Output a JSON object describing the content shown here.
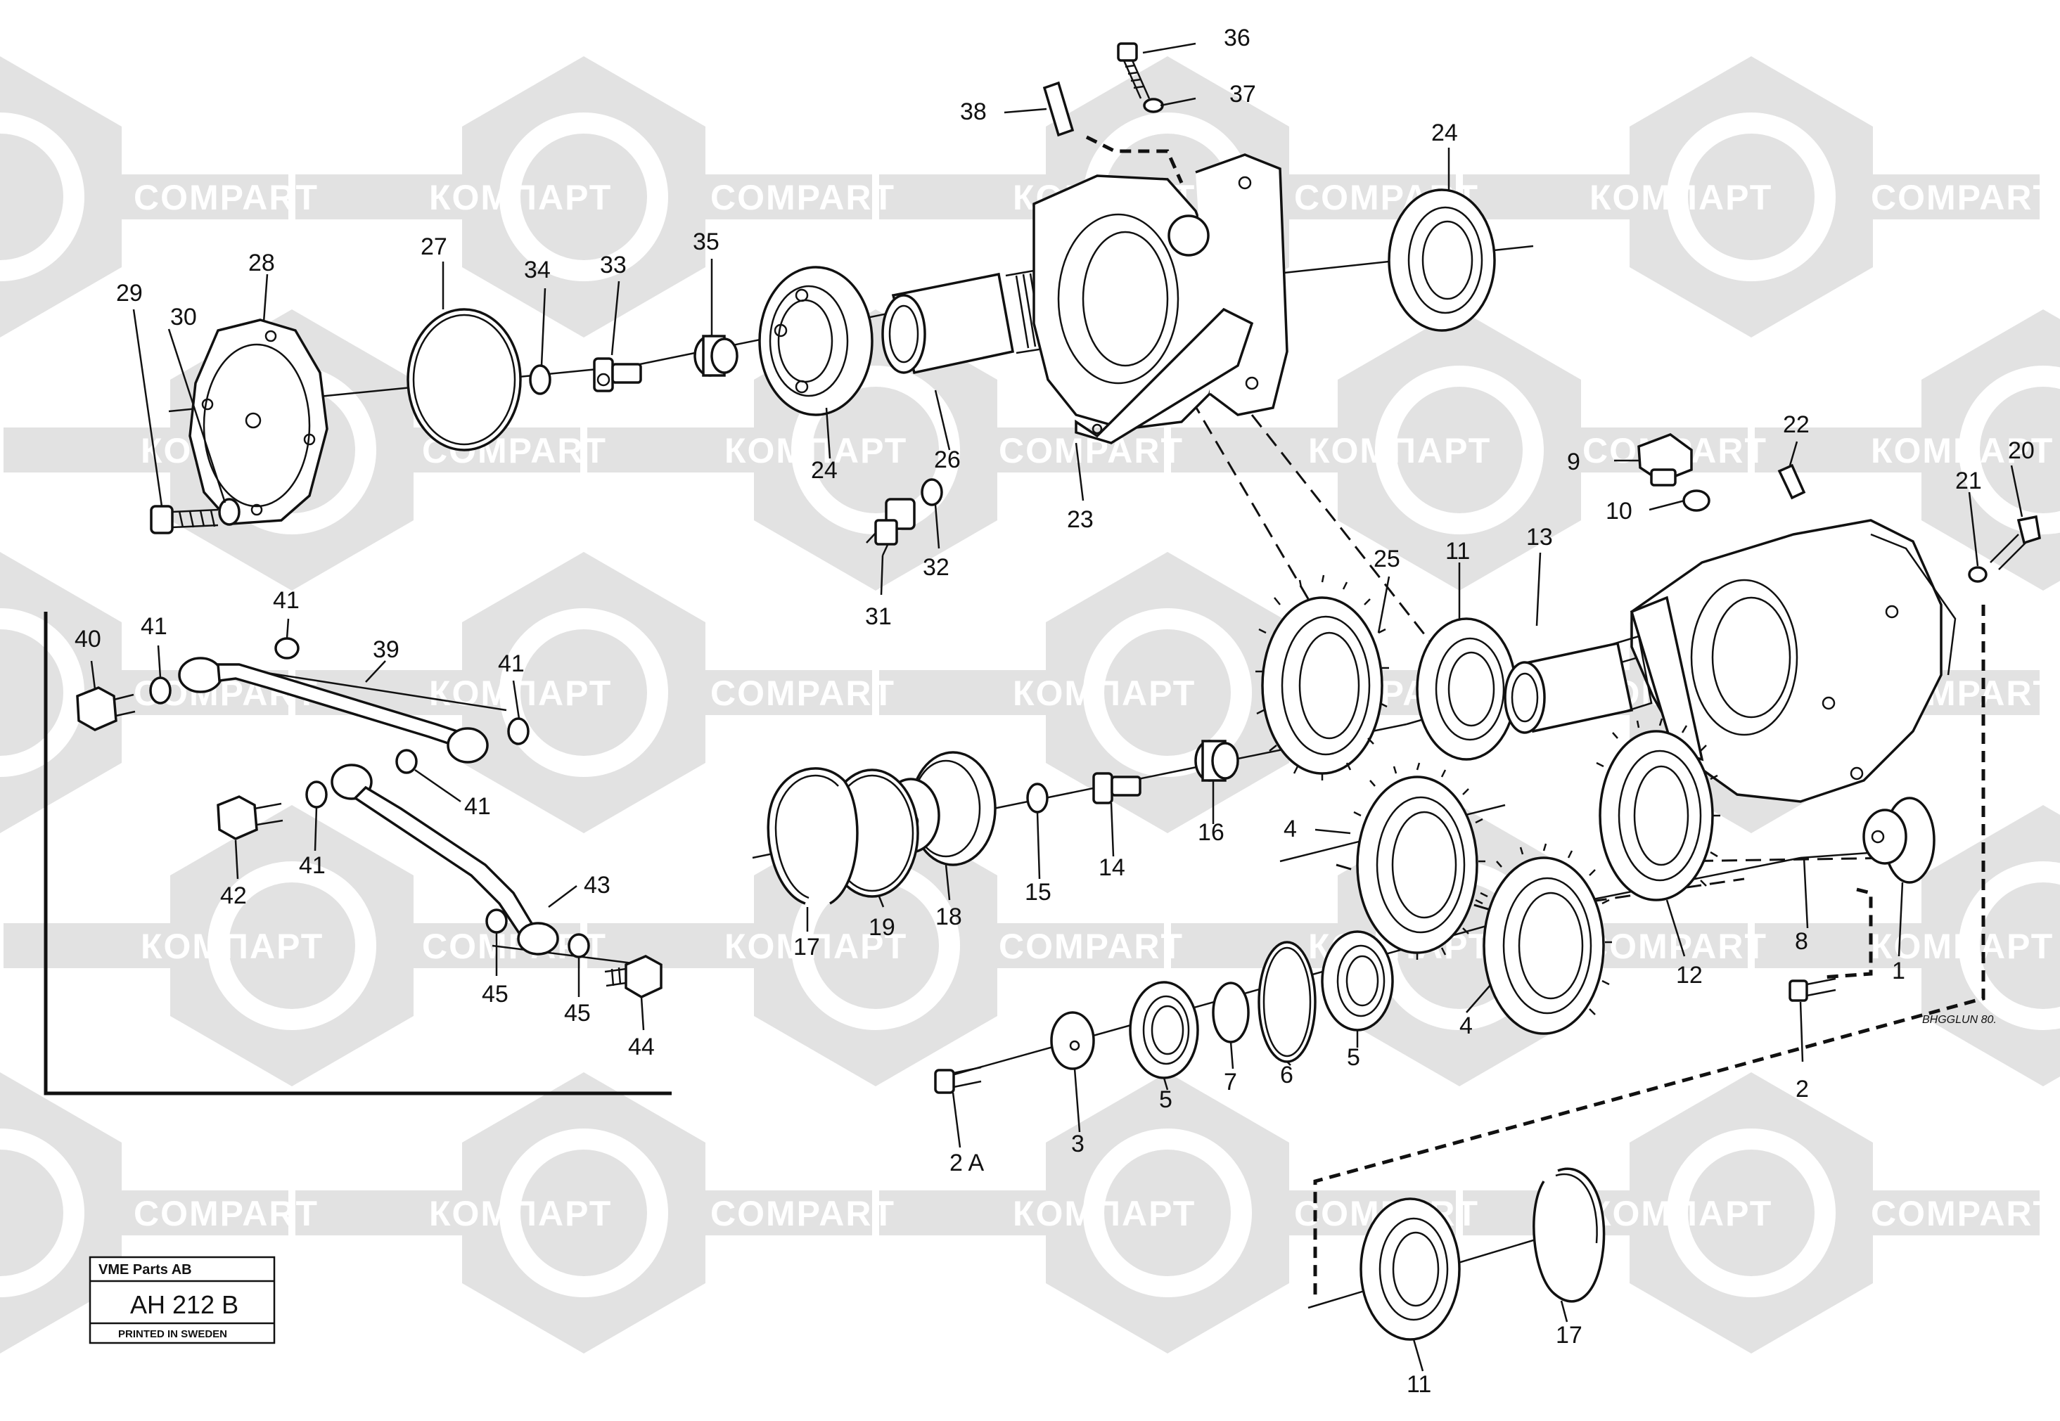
{
  "watermark": {
    "latin": "COMPART",
    "cyrillic": "КОМПАРТ"
  },
  "callouts": {
    "c1": "1",
    "c2": "2",
    "c2a": "2 A",
    "c3": "3",
    "c4a": "4",
    "c4b": "4",
    "c5a": "5",
    "c5b": "5",
    "c6": "6",
    "c7": "7",
    "c8": "8",
    "c9": "9",
    "c10": "10",
    "c11a": "11",
    "c11b": "11",
    "c12": "12",
    "c13": "13",
    "c14": "14",
    "c15": "15",
    "c16": "16",
    "c17a": "17",
    "c17b": "17",
    "c18": "18",
    "c19": "19",
    "c20": "20",
    "c21": "21",
    "c22": "22",
    "c23": "23",
    "c24a": "24",
    "c24b": "24",
    "c25": "25",
    "c26": "26",
    "c27": "27",
    "c28": "28",
    "c29": "29",
    "c30": "30",
    "c31": "31",
    "c32": "32",
    "c33": "33",
    "c34": "34",
    "c35": "35",
    "c36": "36",
    "c37": "37",
    "c38": "38",
    "c39": "39",
    "c40": "40",
    "c41a": "41",
    "c41b": "41",
    "c41c": "41",
    "c41d": "41",
    "c41e": "41",
    "c42": "42",
    "c43": "43",
    "c44": "44",
    "c45a": "45",
    "c45b": "45"
  },
  "stamp": {
    "company": "VME Parts AB",
    "code": "AH 212 B",
    "printed": "PRINTED IN SWEDEN"
  },
  "signature": "BHGGLUN 80."
}
